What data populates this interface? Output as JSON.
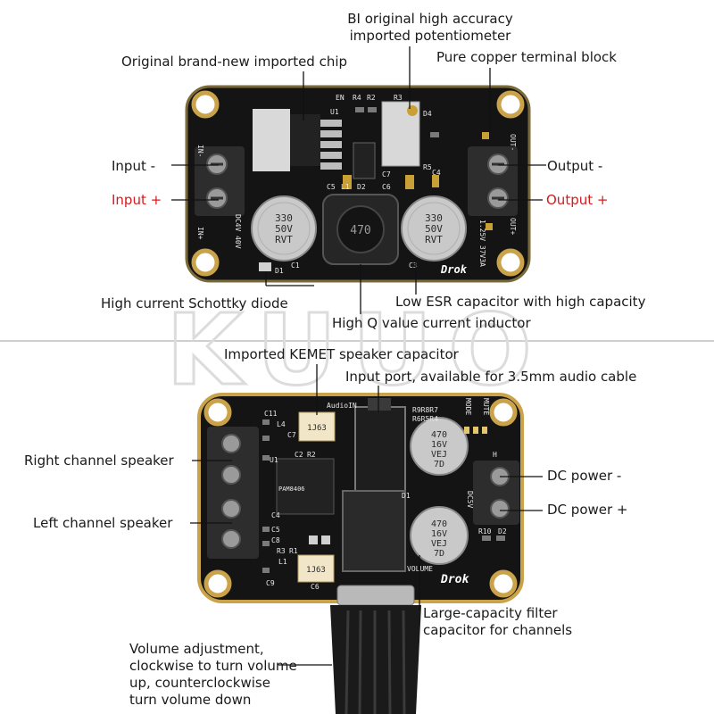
{
  "colors": {
    "pcb": "#141414",
    "gold_edge": "#caa24a",
    "leader": "#111111",
    "highlight_text": "#d7191c",
    "terminal_block": "#2d2d2d",
    "capacitor_body": "#c9c9c9",
    "watermark": "#e2e2e2"
  },
  "watermark": {
    "text": "KUUO"
  },
  "top_board": {
    "brand": "Drok",
    "silkscreen": {
      "in_minus": "IN-",
      "in_plus": "IN+",
      "out_minus": "OUT-",
      "out_plus": "OUT+",
      "dc_range": "DC4V 40V",
      "out_range": "1.25V 37V3A",
      "parts": [
        "EN",
        "R4",
        "R2",
        "R3",
        "U1",
        "D4",
        "R5",
        "C4",
        "C5",
        "L1",
        "D2",
        "C6",
        "C7",
        "C1",
        "D1",
        "C3"
      ],
      "cap_marking": [
        "330",
        "50V",
        "RVT"
      ],
      "inductor_marking": "470"
    },
    "labels": {
      "potentiometer": "BI original high accuracy\nimported potentiometer",
      "chip": "Original brand-new imported chip",
      "terminal": "Pure copper terminal block",
      "input_minus": "Input -",
      "input_plus": "Input +",
      "output_minus": "Output -",
      "output_plus": "Output +",
      "schottky": "High current Schottky diode",
      "capacitor": "Low ESR capacitor with high capacity",
      "inductor": "High Q value current inductor"
    }
  },
  "bottom_board": {
    "brand": "Drok",
    "silkscreen": {
      "audio_in": "AudioIN",
      "volume": "VOLUME",
      "chip": "PAM8406",
      "dc_input": "DC5V",
      "parts": [
        "C11",
        "L4",
        "C7",
        "C2",
        "R2",
        "U1",
        "C4",
        "C5",
        "C8",
        "R3",
        "R1",
        "L1",
        "C9",
        "C6",
        "R9R8R7",
        "R6R5R4",
        "MODE",
        "MUTE",
        "H",
        "D1",
        "R10",
        "D2"
      ],
      "cap_small": "1J63",
      "cap_marking": [
        "470",
        "16V",
        "VEJ",
        "7D"
      ]
    },
    "labels": {
      "kemet_capacitor": "Imported KEMET speaker capacitor",
      "input_port": "Input port, available for 3.5mm audio cable",
      "right_channel": "Right channel speaker",
      "left_channel": "Left channel speaker",
      "dc_minus": "DC power -",
      "dc_plus": "DC power +",
      "filter_capacitor": "Large-capacity filter\ncapacitor for channels",
      "volume_knob": "Volume adjustment,\nclockwise to turn volume\nup, counterclockwise\nturn volume down"
    }
  }
}
